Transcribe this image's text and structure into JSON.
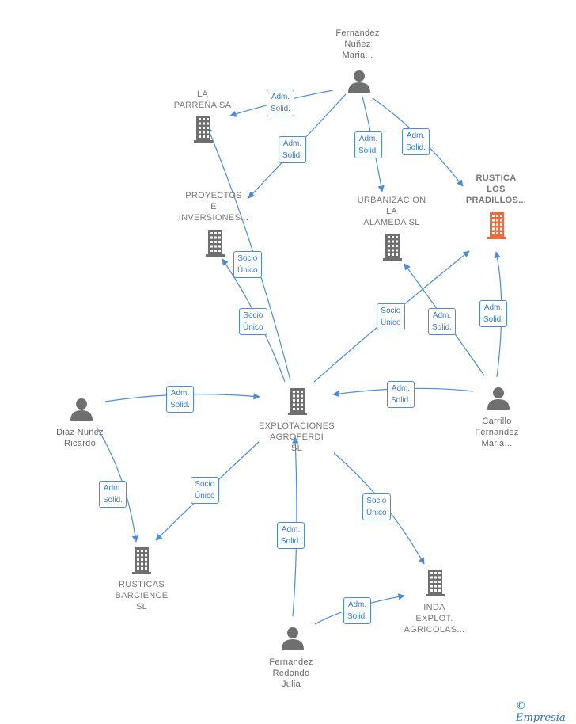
{
  "colors": {
    "edge": "#4a8de0",
    "person": "#6f6f6f",
    "company": "#6f6f6f",
    "highlight": "#f26a3c"
  },
  "nodes": {
    "fernandez_nunez": {
      "type": "person",
      "lines": [
        "Fernandez",
        "Nuñez",
        "Maria..."
      ]
    },
    "la_parrena": {
      "type": "company",
      "lines": [
        "LA",
        "PARREÑA SA"
      ]
    },
    "proyectos": {
      "type": "company",
      "lines": [
        "PROYECTOS",
        "E",
        "INVERSIONES..."
      ]
    },
    "urbanizacion": {
      "type": "company",
      "lines": [
        "URBANIZACION",
        "LA",
        "ALAMEDA  SL"
      ]
    },
    "rustica_pradillos": {
      "type": "company-highlight",
      "lines": [
        "RUSTICA",
        "LOS",
        "PRADILLOS..."
      ]
    },
    "explotaciones": {
      "type": "company",
      "lines": [
        "EXPLOTACIONES",
        "AGROFERDI",
        "SL"
      ]
    },
    "diaz_nunez": {
      "type": "person",
      "lines": [
        "Diaz Nuñez",
        "Ricardo"
      ]
    },
    "carrillo": {
      "type": "person",
      "lines": [
        "Carrillo",
        "Fernandez",
        "Maria..."
      ]
    },
    "rusticas_barcience": {
      "type": "company",
      "lines": [
        "RUSTICAS",
        "BARCIENCE",
        "SL"
      ]
    },
    "inda": {
      "type": "company",
      "lines": [
        "INDA",
        "EXPLOT.",
        "AGRICOLAS..."
      ]
    },
    "fernandez_redondo": {
      "type": "person",
      "lines": [
        "Fernandez",
        "Redondo",
        "Julia"
      ]
    }
  },
  "edges": [
    {
      "from": "fernandez_nunez",
      "to": "la_parrena",
      "lines": [
        "Adm.",
        "Solid."
      ]
    },
    {
      "from": "fernandez_nunez",
      "to": "proyectos",
      "lines": [
        "Adm.",
        "Solid."
      ]
    },
    {
      "from": "fernandez_nunez",
      "to": "urbanizacion",
      "lines": [
        "Adm.",
        "Solid."
      ]
    },
    {
      "from": "fernandez_nunez",
      "to": "rustica_pradillos",
      "lines": [
        "Adm.",
        "Solid."
      ]
    },
    {
      "from": "explotaciones",
      "to": "la_parrena",
      "lines": [
        "Socio",
        "Único"
      ]
    },
    {
      "from": "explotaciones",
      "to": "proyectos",
      "lines": [
        "Socio",
        "Único"
      ]
    },
    {
      "from": "explotaciones",
      "to": "rustica_pradillos",
      "lines": [
        "Socio",
        "Único"
      ]
    },
    {
      "from": "carrillo",
      "to": "urbanizacion",
      "lines": [
        "Adm.",
        "Solid."
      ]
    },
    {
      "from": "carrillo",
      "to": "rustica_pradillos",
      "lines": [
        "Adm.",
        "Solid."
      ]
    },
    {
      "from": "carrillo",
      "to": "explotaciones",
      "lines": [
        "Adm.",
        "Solid."
      ]
    },
    {
      "from": "diaz_nunez",
      "to": "explotaciones",
      "lines": [
        "Adm.",
        "Solid."
      ]
    },
    {
      "from": "diaz_nunez",
      "to": "rusticas_barcience",
      "lines": [
        "Adm.",
        "Solid."
      ]
    },
    {
      "from": "explotaciones",
      "to": "rusticas_barcience",
      "lines": [
        "Socio",
        "Único"
      ]
    },
    {
      "from": "explotaciones",
      "to": "inda",
      "lines": [
        "Socio",
        "Único"
      ]
    },
    {
      "from": "fernandez_redondo",
      "to": "explotaciones",
      "lines": [
        "Adm.",
        "Solid."
      ]
    },
    {
      "from": "fernandez_redondo",
      "to": "inda",
      "lines": [
        "Adm.",
        "Solid."
      ]
    }
  ],
  "brand": {
    "copyright": "©",
    "name": "Empresia"
  }
}
